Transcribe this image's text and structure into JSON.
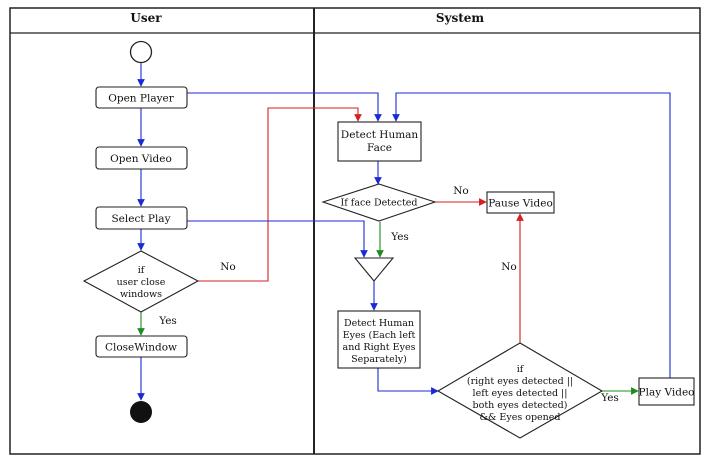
{
  "lanes": {
    "user": "User",
    "system": "System"
  },
  "nodes": {
    "open_player": "Open Player",
    "open_video": "Open Video",
    "select_play": "Select Play",
    "user_close": [
      "if",
      "user close",
      "windows"
    ],
    "close_window": "CloseWindow",
    "detect_face": [
      "Detect Human",
      "Face"
    ],
    "face_detected": "If face Detected",
    "pause_video": "Pause Video",
    "detect_eyes": [
      "Detect Human",
      "Eyes (Each left",
      "and Right Eyes",
      "Separately)"
    ],
    "eyes_condition": [
      "if",
      "(right eyes detected ||",
      "left eyes detected ||",
      "both eyes detected)",
      "&& Eyes opened"
    ],
    "play_video": "Play Video"
  },
  "edge_labels": {
    "close_no": "No",
    "close_yes": "Yes",
    "face_no": "No",
    "face_yes": "Yes",
    "eyes_no": "No",
    "eyes_yes": "Yes"
  },
  "colors": {
    "flow": "#1a2bd6",
    "no": "#d42020",
    "yes": "#1f8c1f",
    "line": "#222222"
  }
}
